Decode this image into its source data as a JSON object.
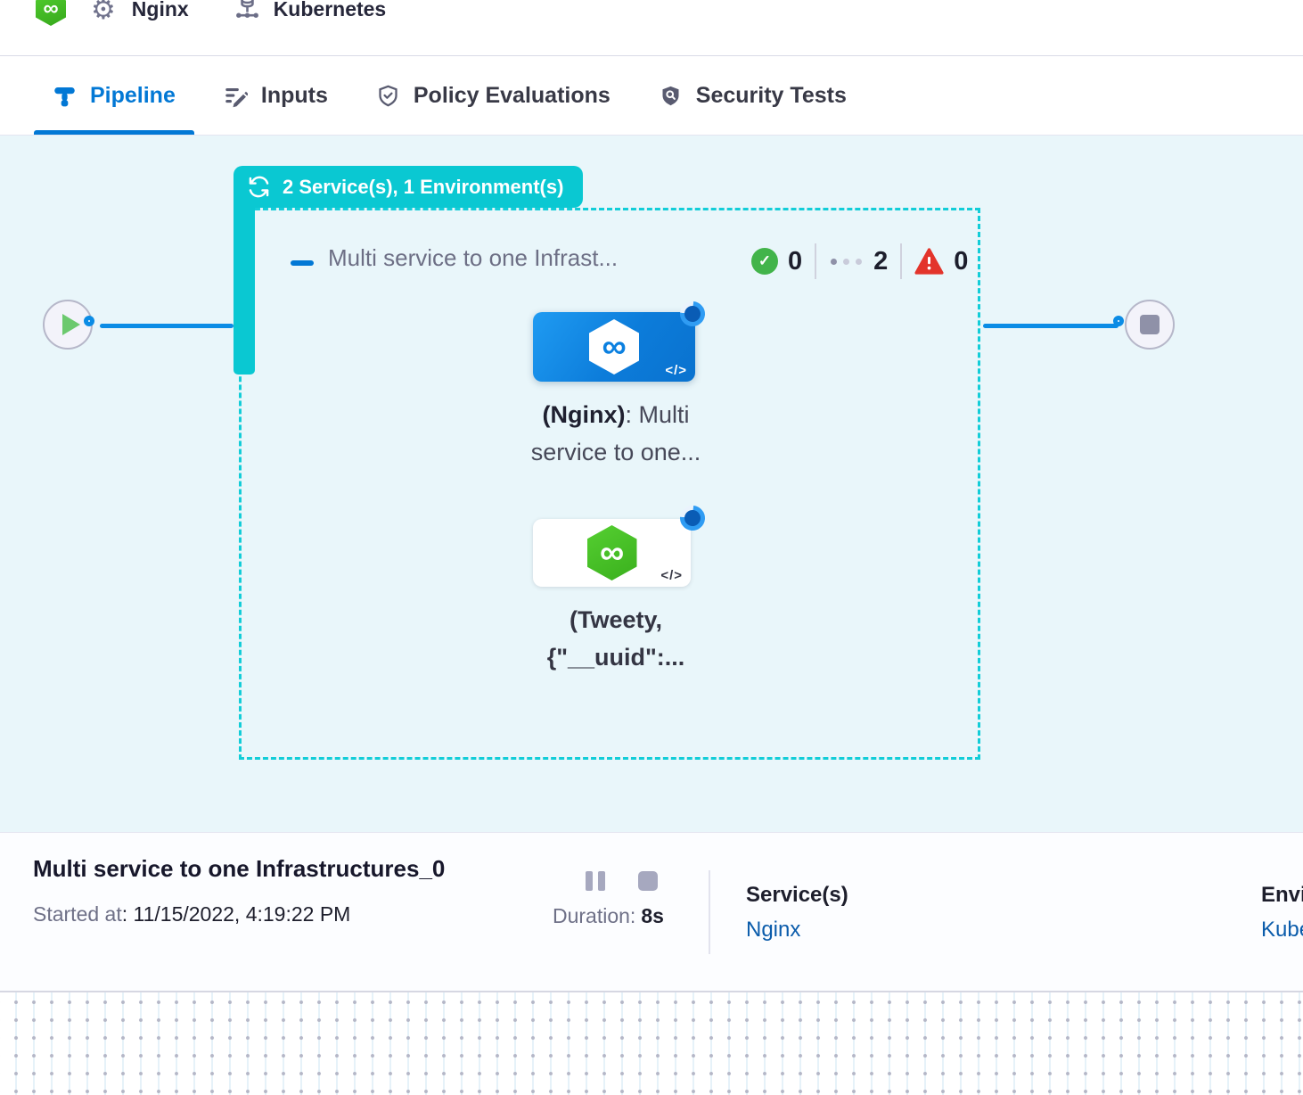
{
  "icons": {
    "infinity": "∞",
    "gear": "⚙",
    "code": "</>",
    "check": "✓"
  },
  "header": {
    "service_name": "Nginx",
    "infrastructure_name": "Kubernetes"
  },
  "tabs": [
    {
      "label": "Pipeline"
    },
    {
      "label": "Inputs"
    },
    {
      "label": "Policy Evaluations"
    },
    {
      "label": "Security Tests"
    }
  ],
  "pipeline": {
    "stage_badge": "2 Service(s), 1 Environment(s)",
    "stage_title": "Multi service to one Infrast...",
    "counts": {
      "success": "0",
      "running": "2",
      "failed": "0"
    },
    "nodes": {
      "nginx": {
        "name_bold": "(Nginx)",
        "name_rest": ": Multi",
        "line2": "service to one..."
      },
      "tweety": {
        "line1": "(Tweety,",
        "line2": "{\"__uuid\":..."
      }
    }
  },
  "footer": {
    "execution_title": "Multi service to one Infrastructures_0",
    "started_label": "Started at",
    "started_value": ": 11/15/2022, 4:19:22 PM",
    "duration_label": "Duration:",
    "duration_value": "8s",
    "services_label": "Service(s)",
    "services_value": "Nginx",
    "environments_label": "Envi",
    "environments_value": "Kube"
  },
  "colors": {
    "accent_blue": "#0278d5",
    "teal": "#0ac8d2",
    "success_green": "#42b44a",
    "error_red": "#e3342b",
    "link_blue": "#0b5cab",
    "canvas_bg": "#e9f6fa"
  }
}
